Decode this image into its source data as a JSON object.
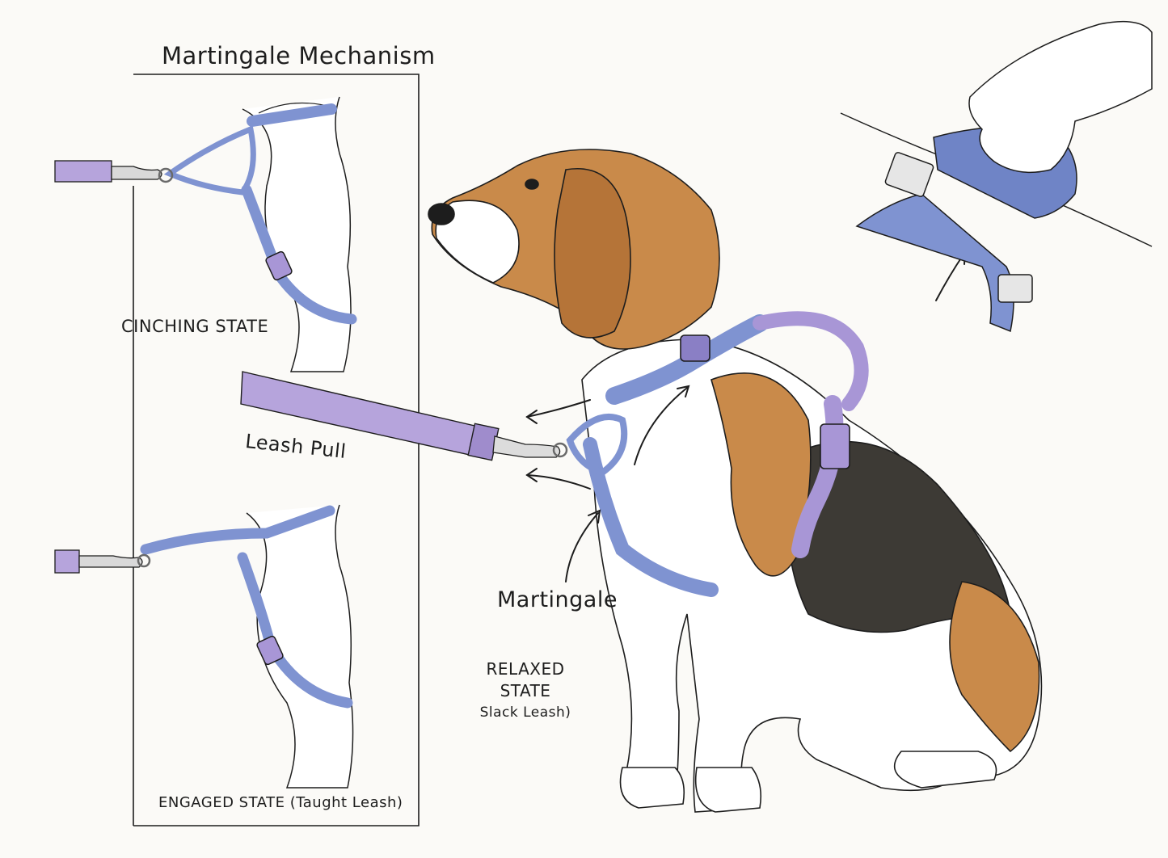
{
  "title": "Martingale Mechanism",
  "labels": {
    "cinching_state": "CINCHING STATE",
    "leash_pull": "Leash Pull",
    "martingale": "Martingale",
    "relaxed_line1": "RELAXED",
    "relaxed_line2": "STATE",
    "relaxed_line3": "Slack Leash)",
    "engaged_state": "ENGAGED STATE (Taught Leash)"
  },
  "colors": {
    "strap_blue": "#7f93d1",
    "strap_purple": "#a896d6",
    "leash_lavender": "#b6a4dc",
    "beagle_tan": "#c98a4a",
    "beagle_black": "#3d3a35",
    "beagle_white": "#ffffff",
    "ink": "#1d1d1d"
  }
}
